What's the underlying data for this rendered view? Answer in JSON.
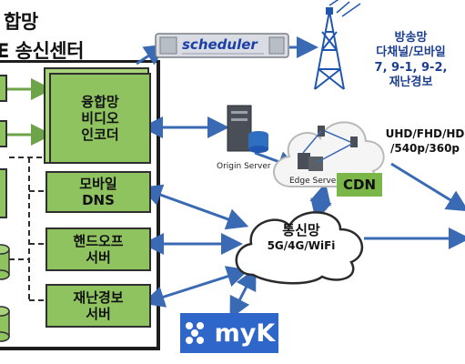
{
  "title": {
    "line1": "합망",
    "line2": "E 송신센터"
  },
  "encoder": {
    "label_lines": [
      "융합망",
      "비디오",
      "인코더"
    ]
  },
  "mobile_dns": {
    "label_lines": [
      "모바일",
      "DNS"
    ]
  },
  "handoff": {
    "label_lines": [
      "핸드오프",
      "서버"
    ]
  },
  "disaster": {
    "label_lines": [
      "재난경보",
      "서버"
    ]
  },
  "scheduler": {
    "label": "scheduler"
  },
  "broadcast": {
    "label_lines": [
      "방송망",
      "다채널/모바일",
      "7, 9-1, 9-2,",
      "재난경보"
    ]
  },
  "origin_server": {
    "label": "Origin Server"
  },
  "edge_server": {
    "label": "Edge Server"
  },
  "cdn": {
    "label": "CDN"
  },
  "resolution": {
    "label_lines": [
      "UHD/FHD/HD",
      "/540p/360p"
    ]
  },
  "telecom": {
    "title": "통신망",
    "subtitle": "5G/4G/WiFi"
  },
  "myk": {
    "label": "myK"
  },
  "colors": {
    "green_box": "#8fc35f",
    "arrow_blue": "#3a6ab4",
    "myk_bg": "#2f66c9",
    "cdn_green": "#7ab648"
  }
}
